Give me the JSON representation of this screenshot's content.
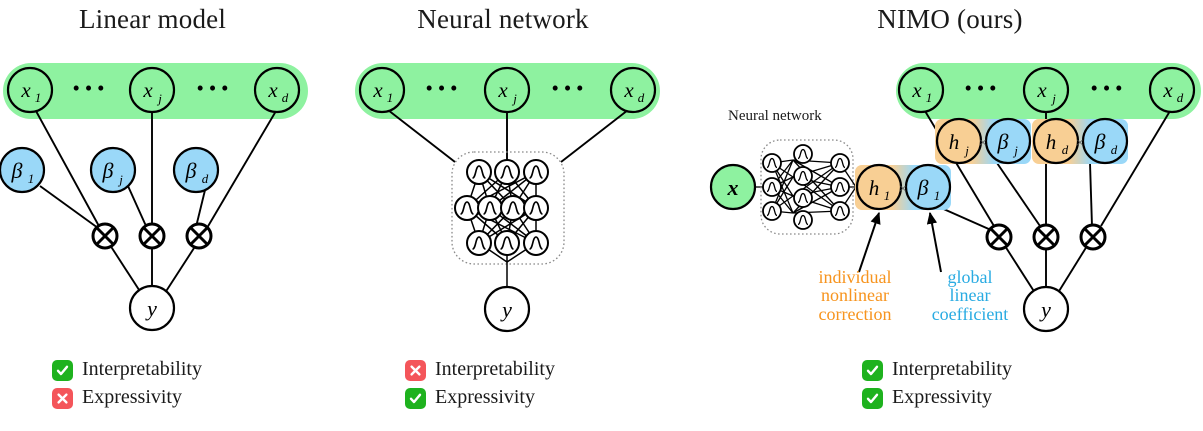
{
  "figure": {
    "background": "#ffffff",
    "colors": {
      "input_green_fill": "#8ef2a0",
      "input_node_fill": "#8ef2a0",
      "beta_blue": "#9ad8f8",
      "h_orange": "#f8cf94",
      "check_green": "#1eb21e",
      "cross_red": "#f4555a",
      "annot_orange": "#f7941e",
      "annot_blue": "#29abe2",
      "stroke": "#000000",
      "dotted_box": "#8a8a8a"
    }
  },
  "panels": [
    {
      "id": "linear-model",
      "title": "Linear model",
      "input_nodes": [
        "x_1",
        "x_j",
        "x_d"
      ],
      "input_labels": [
        "x",
        "x",
        "x"
      ],
      "input_subscripts": [
        "1",
        "j",
        "d"
      ],
      "ellipsis": [
        "• • •",
        "• • •"
      ],
      "coefficient_nodes": [
        "β_1",
        "β_j",
        "β_d"
      ],
      "coefficient_labels": [
        "β",
        "β",
        "β"
      ],
      "coefficient_subscripts": [
        "1",
        "j",
        "d"
      ],
      "multiply_nodes": [
        "⊗",
        "⊗",
        "⊗"
      ],
      "output_node": "y",
      "legend": [
        {
          "icon": "check-icon",
          "status": "ok",
          "label": "Interpretability"
        },
        {
          "icon": "cross-icon",
          "status": "no",
          "label": "Expressivity"
        }
      ]
    },
    {
      "id": "neural-network",
      "title": "Neural network",
      "input_nodes": [
        "x_1",
        "x_j",
        "x_d"
      ],
      "input_labels": [
        "x",
        "x",
        "x"
      ],
      "input_subscripts": [
        "1",
        "j",
        "d"
      ],
      "ellipsis": [
        "• • •",
        "• • •"
      ],
      "network_layers": [
        3,
        4,
        3
      ],
      "output_node": "y",
      "legend": [
        {
          "icon": "cross-icon",
          "status": "no",
          "label": "Interpretability"
        },
        {
          "icon": "check-icon",
          "status": "ok",
          "label": "Expressivity"
        }
      ]
    },
    {
      "id": "nimo",
      "title": "NIMO (ours)",
      "nn_caption": "Neural network",
      "nn_input_node": "x",
      "network_layers": [
        3,
        4,
        3
      ],
      "input_nodes": [
        "x_1",
        "x_j",
        "x_d"
      ],
      "input_labels": [
        "x",
        "x",
        "x"
      ],
      "input_subscripts": [
        "1",
        "j",
        "d"
      ],
      "ellipsis": [
        "• • •",
        "• • •"
      ],
      "capsules": [
        {
          "h_label": "h",
          "h_sub": "1",
          "op": "×",
          "beta_label": "β",
          "beta_sub": "1"
        },
        {
          "h_label": "h",
          "h_sub": "j",
          "op": "×",
          "beta_label": "β",
          "beta_sub": "j"
        },
        {
          "h_label": "h",
          "h_sub": "d",
          "op": "×",
          "beta_label": "β",
          "beta_sub": "d"
        }
      ],
      "multiply_nodes": [
        "⊗",
        "⊗",
        "⊗"
      ],
      "output_node": "y",
      "annotations": [
        {
          "id": "h-annotation",
          "color": "#f7941e",
          "lines": [
            "individual",
            "nonlinear",
            "correction"
          ]
        },
        {
          "id": "beta-annotation",
          "color": "#29abe2",
          "lines": [
            "global",
            "linear",
            "coefficient"
          ]
        }
      ],
      "legend": [
        {
          "icon": "check-icon",
          "status": "ok",
          "label": "Interpretability"
        },
        {
          "icon": "check-icon",
          "status": "ok",
          "label": "Expressivity"
        }
      ]
    }
  ]
}
